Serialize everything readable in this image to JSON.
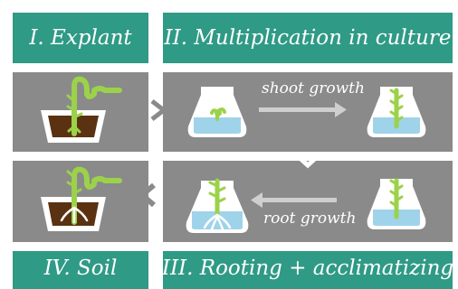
{
  "stages": {
    "explant": "I. Explant",
    "multiplication": "II. Multiplication in culture",
    "rooting": "III. Rooting + acclimatizing",
    "soil": "IV. Soil"
  },
  "flows": {
    "shoot_growth": "shoot growth",
    "root_growth": "root growth"
  },
  "colors": {
    "header": "#2f9a85",
    "panel": "#8a8a8a",
    "plant": "#9bd24a",
    "soil": "#5a3212",
    "medium": "#9fd3ea"
  }
}
